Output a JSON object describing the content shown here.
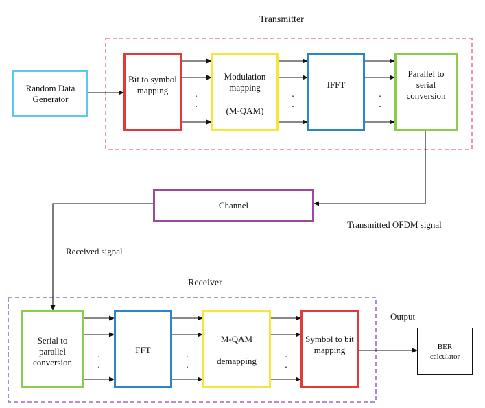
{
  "transmitter": {
    "title": "Transmitter",
    "bit_to_symbol": "Bit to symbol mapping",
    "modulation": "Modulation mapping",
    "modulation_sub": "(M-QAM)",
    "ifft": "IFFT",
    "p2s": "Parallel to serial conversion"
  },
  "source": "Random Data Generator",
  "channel": "Channel",
  "transmitted_signal": "Transmitted OFDM signal",
  "received_signal": "Received signal",
  "receiver": {
    "title": "Receiver",
    "s2p": "Serial to parallel conversion",
    "fft": "FFT",
    "demapping": "M-QAM demapping",
    "symbol_to_bit": "Symbol to bit mapping"
  },
  "output": "Output",
  "ber": "BER calculator",
  "ellipsis": ".\n.",
  "colors": {
    "source_border": "#5bc8ec",
    "red_border": "#e03a3a",
    "yellow_border": "#f5e63c",
    "blue_border": "#2a86c8",
    "green_border": "#8ccc4c",
    "transmitter_dash": "#e87a9e",
    "receiver_dash": "#9a6cc8",
    "channel_border": "#9c4aa0",
    "ber_border": "#111111"
  }
}
